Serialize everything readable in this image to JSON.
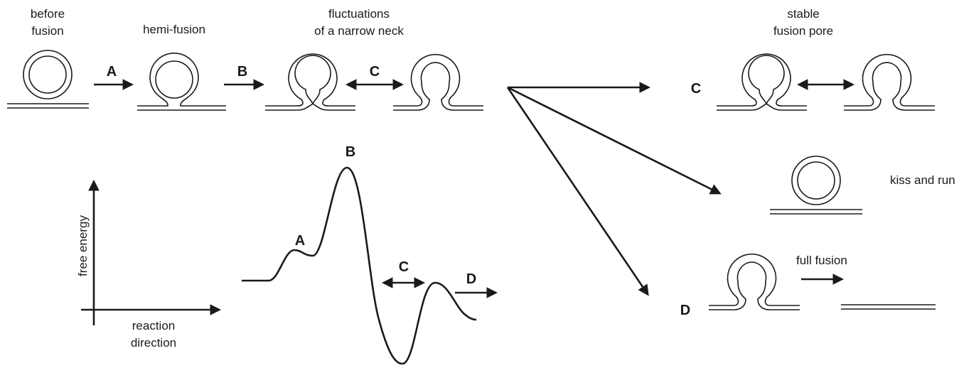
{
  "stages": {
    "before_fusion": [
      "before",
      "fusion"
    ],
    "hemi_fusion": "hemi-fusion",
    "fluctuations": [
      "fluctuations",
      "of a narrow neck"
    ],
    "stable_pore": [
      "stable",
      "fusion pore"
    ],
    "kiss_and_run": "kiss and run",
    "full_fusion": "full fusion"
  },
  "steps": {
    "A": "A",
    "B": "B",
    "C": "C",
    "D": "D"
  },
  "energy_plot": {
    "ylabel": "free energy",
    "xlabel": [
      "reaction",
      "direction"
    ]
  }
}
